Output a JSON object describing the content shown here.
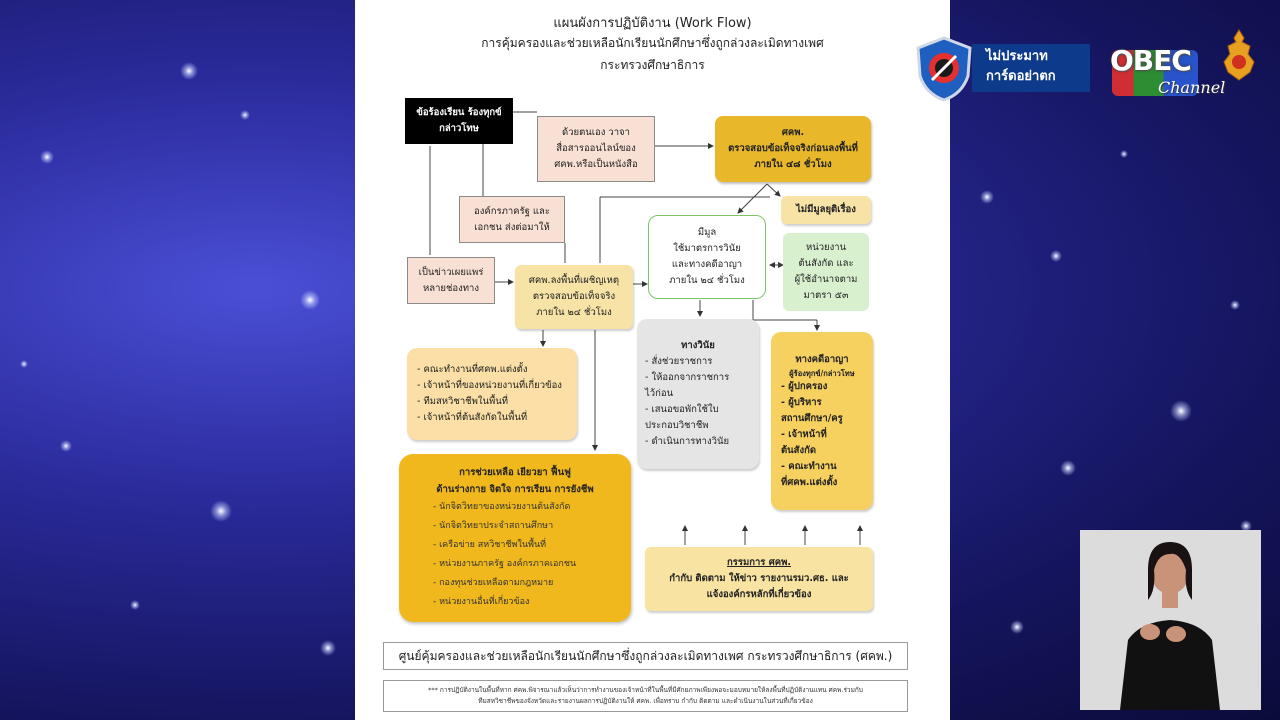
{
  "document": {
    "title_line1": "แผนผังการปฏิบัติงาน (Work Flow)",
    "title_line2": "การคุ้มครองและช่วยเหลือนักเรียนนักศึกษาซึ่งถูกล่วงละเมิดทางเพศ",
    "title_line3": "กระทรวงศึกษาธิการ"
  },
  "nodes": {
    "complaint": [
      "ข้อร้องเรียน ร้องทุกข์",
      "กล่าวโทษ"
    ],
    "self_report": [
      "ด้วยตนเอง วาจา",
      "สื่อสารออนไลน์ของ",
      "ศคพ.หรือเป็นหนังสือ"
    ],
    "agency": [
      "องค์กรภาครัฐ และ",
      "เอกชน ส่งต่อมาให้"
    ],
    "news": [
      "เป็นข่าวเผยแพร่",
      "หลายช่องทาง"
    ],
    "skp_check": [
      "ศคพ.",
      "ตรวจสอบข้อเท็จจริงก่อนลงพื้นที่",
      "ภายใน ๔๘ ชั่วโมง"
    ],
    "no_basis": "ไม่มีมูลยุติเรื่อง",
    "has_basis": [
      "มีมูล",
      "ใช้มาตรการวินัย",
      "และทางคดีอาญา",
      "ภายใน ๒๔ ชั่วโมง"
    ],
    "unit": [
      "หน่วยงาน",
      "ต้นสังกัด และ",
      "ผู้ใช้อำนาจตาม",
      "มาตรา ๕๓"
    ],
    "field_check": [
      "ศคพ.ลงพื้นที่เผชิญเหตุ",
      "ตรวจสอบข้อเท็จจริง",
      "ภายใน ๒๔ ชั่วโมง"
    ],
    "discipline_title": "ทางวินัย",
    "discipline": [
      "- สั่งช่วยราชการ",
      "- ให้ออกจากราชการ",
      "  ไว้ก่อน",
      "- เสนอขอพักใช้ใบ",
      "  ประกอบวิชาชีพ",
      "- ดำเนินการทางวินัย"
    ],
    "criminal_title": "ทางคดีอาญา",
    "criminal_sub": "ผู้ร้องทุกข์/กล่าวโทษ",
    "criminal": [
      "- ผู้ปกครอง",
      "- ผู้บริหาร",
      "  สถานศึกษา/ครู",
      "- เจ้าหน้าที่",
      "  ต้นสังกัด",
      "- คณะทำงาน",
      "  ที่ศคพ.แต่งตั้ง"
    ],
    "team": [
      "- คณะทำงานที่ศคพ.แต่งตั้ง",
      "- เจ้าหน้าที่ของหน่วยงานที่เกี่ยวข้อง",
      "- ทีมสหวิชาชีพในพื้นที่",
      "- เจ้าหน้าที่ต้นสังกัดในพื้นที่"
    ],
    "help_title": [
      "การช่วยเหลือ เยียวยา ฟื้นฟู",
      "ด้านร่างกาย จิตใจ การเรียน การยังชีพ"
    ],
    "help": [
      "- นักจิตวิทยาของหน่วยงานต้นสังกัด",
      "- นักจิตวิทยาประจำสถานศึกษา",
      "- เครือข่าย สหวิชาชีพในพื้นที่",
      "- หน่วยงานภาครัฐ องค์กรภาคเอกชน",
      "- กองทุนช่วยเหลือตามกฎหมาย",
      "- หน่วยงานอื่นที่เกี่ยวข้อง"
    ],
    "committee_title": "กรรมการ ศคพ.",
    "committee": [
      "กำกับ ติดตาม ให้ข่าว รายงานรมว.ศธ. และ",
      "แจ้งองค์กรหลักที่เกี่ยวข้อง"
    ]
  },
  "footer": {
    "center_name": "ศูนย์คุ้มครองและช่วยเหลือนักเรียนนักศึกษาซึ่งถูกล่วงละเมิดทางเพศ กระทรวงศึกษาธิการ (ศคพ.)",
    "note_line1": "*** การปฏิบัติงานในพื้นที่หาก ศคพ.พิจารณาแล้วเห็นว่าการทำงานของเจ้าหน้าที่ในพื้นที่มีศักยภาพเพียงพอจะมอบหมายให้ลงพื้นที่ปฏิบัติงานแทน ศคพ.ร่วมกับ",
    "note_line2": "ทีมสหวิชาชีพของจังหวัดและรายงานผลการปฏิบัติงานให้ ศคพ. เพื่อทราบ กำกับ ติดตาม และดำเนินงานในส่วนที่เกี่ยวข้อง"
  },
  "logos": {
    "campaign_line1": "ไม่ประมาท",
    "campaign_line2": "การ์ดอย่าตก",
    "obec": "OBEC",
    "obec_sub": "Channel"
  },
  "colors": {
    "background": "#2a2a9a",
    "gold": "#e8b82a",
    "ochre": "#f0b81c",
    "campaign_blue": "#0d3a8a"
  }
}
